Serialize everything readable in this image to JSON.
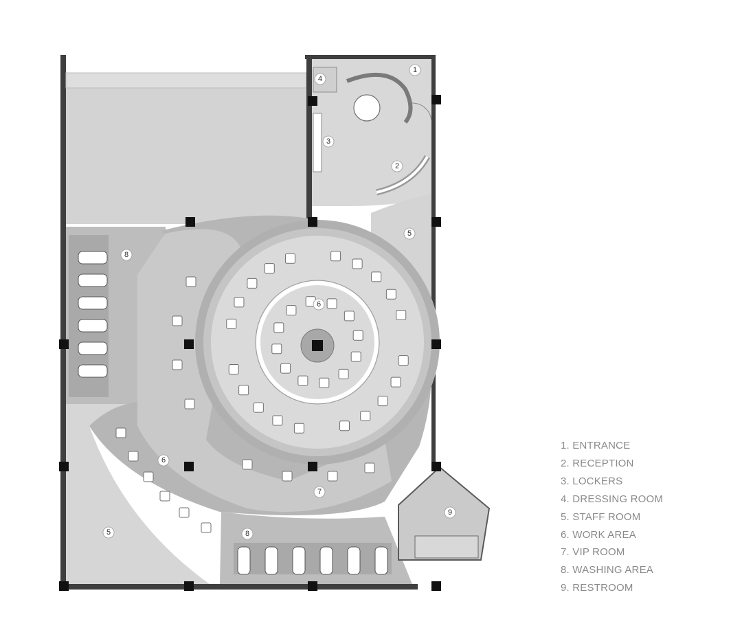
{
  "legend": [
    "1. ENTRANCE",
    "2. RECEPTION",
    "3. LOCKERS",
    "4. DRESSING ROOM",
    "5. STAFF ROOM",
    "6. WORK AREA",
    "7. VIP ROOM",
    "8. WASHING AREA",
    "9. RESTROOM"
  ],
  "tags": {
    "entrance": "1",
    "reception": "2",
    "lockers": "3",
    "dressing_room": "4",
    "staff_room_right": "5",
    "staff_room_left": "5",
    "work_area_center": "6",
    "work_area_left": "6",
    "vip_room": "7",
    "washing_area_left": "8",
    "washing_area_bottom": "8",
    "restroom": "9"
  },
  "colors": {
    "wall": "#3f3f3f",
    "floor_light": "#d6d6d6",
    "floor_mid": "#c4c4c4",
    "floor_dark": "#a3a3a3",
    "legend_text": "#8a8a8a"
  }
}
